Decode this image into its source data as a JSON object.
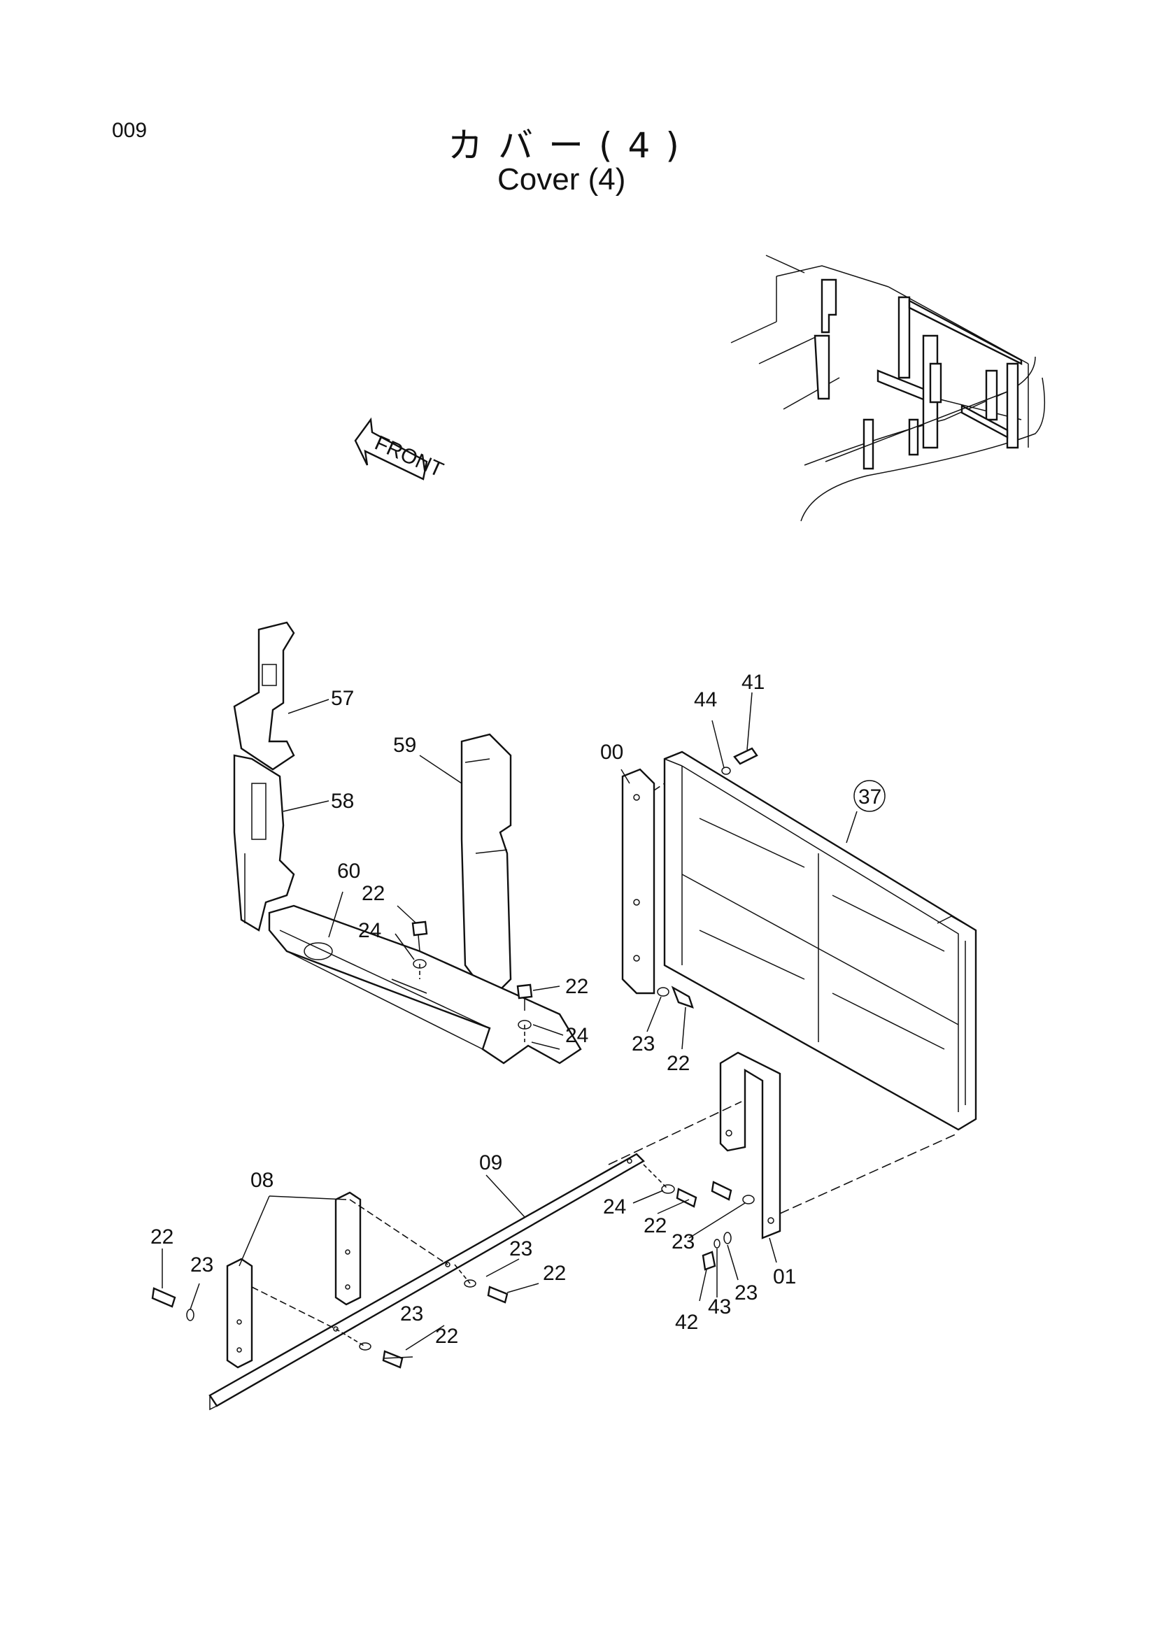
{
  "header": {
    "page_number": "009",
    "title_jp": "カバー(4)",
    "title_en": "Cover (4)"
  },
  "arrow": {
    "label": "FRONT"
  },
  "callouts": {
    "c57": "57",
    "c58": "58",
    "c59": "59",
    "c60": "60",
    "c00": "00",
    "c44": "44",
    "c41": "41",
    "c37": "37",
    "c22a": "22",
    "c24a": "24",
    "c22b": "22",
    "c24b": "24",
    "c23a": "23",
    "c22c": "22",
    "c09": "09",
    "c08": "08",
    "c22d": "22",
    "c23b": "23",
    "c23c": "23",
    "c22e": "22",
    "c23d": "23",
    "c22f": "22",
    "c24c": "24",
    "c22g": "22",
    "c23e": "23",
    "c42": "42",
    "c43": "43",
    "c23f": "23",
    "c01": "01"
  }
}
